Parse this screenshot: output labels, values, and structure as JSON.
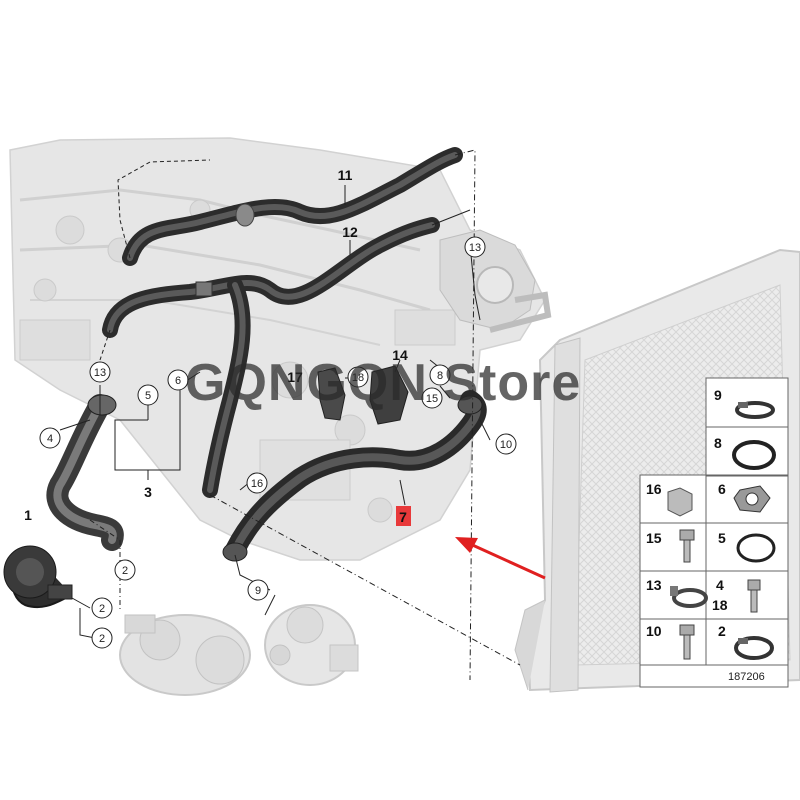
{
  "watermark": "GQNGQN Store",
  "diagram_number": "187206",
  "callouts": {
    "c1": "1",
    "c2a": "2",
    "c2b": "2",
    "c2c": "2",
    "c3": "3",
    "c4": "4",
    "c5": "5",
    "c6": "6",
    "c7": "7",
    "c8": "8",
    "c9": "9",
    "c10": "10",
    "c11": "11",
    "c12": "12",
    "c13a": "13",
    "c13b": "13",
    "c14": "14",
    "c15": "15",
    "c16": "16",
    "c17": "17",
    "c18": "18"
  },
  "legend": [
    {
      "num": "9",
      "part": "hose-clamp"
    },
    {
      "num": "8",
      "part": "o-ring"
    },
    {
      "num": "16",
      "part": "clip-holder"
    },
    {
      "num": "6",
      "part": "flange-gasket"
    },
    {
      "num": "15",
      "part": "flange-bolt"
    },
    {
      "num": "5",
      "part": "sealing-ring"
    },
    {
      "num": "13",
      "part": "spring-clamp"
    },
    {
      "num": "4",
      "part": "hex-bolt"
    },
    {
      "num": "18",
      "part": "hex-bolt"
    },
    {
      "num": "10",
      "part": "flange-bolt"
    },
    {
      "num": "2",
      "part": "hose-clamp"
    }
  ],
  "highlight_color": "#e8393a",
  "arrow_color": "#e02020"
}
